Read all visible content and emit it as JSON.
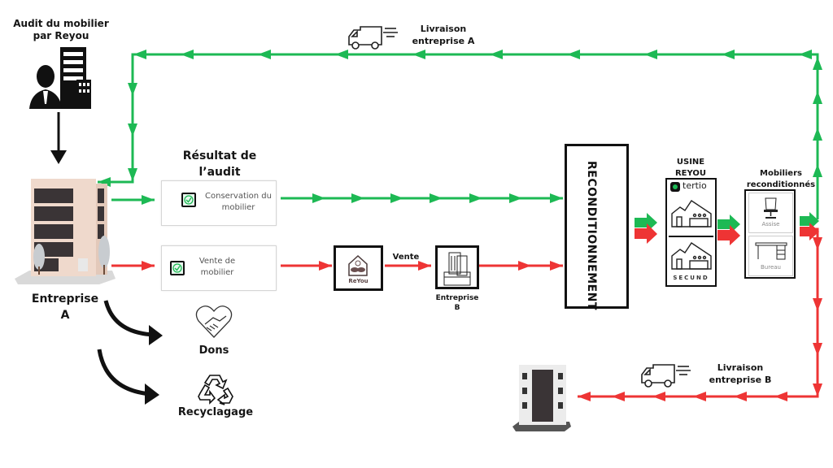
{
  "title": "Flux de reconditionnement du mobilier",
  "colors": {
    "green": "#1db954",
    "red": "#ee3434",
    "black": "#111111"
  },
  "labels": {
    "audit": "Audit du mobilier par Reyou",
    "audit_line1": "Audit du mobilier",
    "audit_line2": "par Reyou",
    "entreprise_a_line1": "Entreprise",
    "entreprise_a_line2": "A",
    "resultat_line1": "Résultat de",
    "resultat_line2": "l’audit",
    "livraison_a_line1": "Livraison",
    "livraison_a_line2": "entreprise A",
    "livraison_b_line1": "Livraison",
    "livraison_b_line2": "entreprise B",
    "vente": "Vente",
    "entreprise_b_line1": "Entreprise",
    "entreprise_b_line2": "B",
    "reconditionnement": "RECONDITIONNEMENT",
    "usine_line1": "USINE",
    "usine_line2": "REYOU",
    "mobiliers_line1": "Mobiliers",
    "mobiliers_line2": "reconditionnés",
    "dons": "Dons",
    "recyclage": "Recyclagage"
  },
  "boxes": {
    "conservation_line1": "Conservation du",
    "conservation_line2": "mobilier",
    "vente_line1": "Vente de",
    "vente_line2": "mobilier",
    "reyou_logo": "ReYou",
    "tertio": "tertio",
    "secund": "SECUND",
    "assise": "Assise",
    "bureau": "Bureau"
  },
  "icons": {
    "auditor": "businessman-building-icon",
    "truck": "delivery-truck-icon",
    "building_a": "office-building-icon",
    "building_b": "office-building-icon",
    "handshake": "handshake-heart-icon",
    "recycle": "recycle-icon",
    "factory": "factory-icon",
    "chair": "office-chair-icon",
    "desk": "desk-icon"
  }
}
